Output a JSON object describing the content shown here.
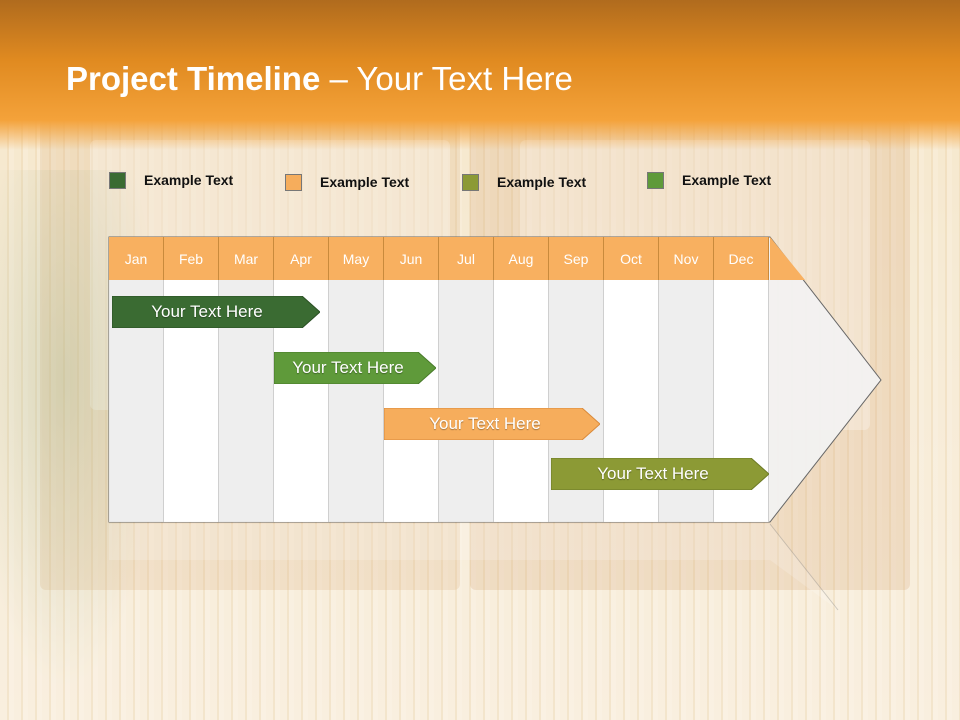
{
  "slide": {
    "title_bold": "Project Timeline",
    "title_rest": " – Your Text Here"
  },
  "legend": [
    {
      "label": "Example Text",
      "color": "#3a6b32"
    },
    {
      "label": "Example Text",
      "color": "#f6ad5c"
    },
    {
      "label": "Example Text",
      "color": "#8c9a35"
    },
    {
      "label": "Example Text",
      "color": "#5f9a3a"
    }
  ],
  "months": [
    "Jan",
    "Feb",
    "Mar",
    "Apr",
    "May",
    "Jun",
    "Jul",
    "Aug",
    "Sep",
    "Oct",
    "Nov",
    "Dec"
  ],
  "tasks": [
    {
      "label": "Your  Text Here",
      "color": "#3a6b32"
    },
    {
      "label": "Your  Text Here",
      "color": "#5f9a3a"
    },
    {
      "label": "Your  Text Here",
      "color": "#f6ad5c"
    },
    {
      "label": "Your  Text Here",
      "color": "#8c9a35"
    }
  ],
  "colors": {
    "header": "#f4a23a",
    "month_band": "#f8b060"
  }
}
